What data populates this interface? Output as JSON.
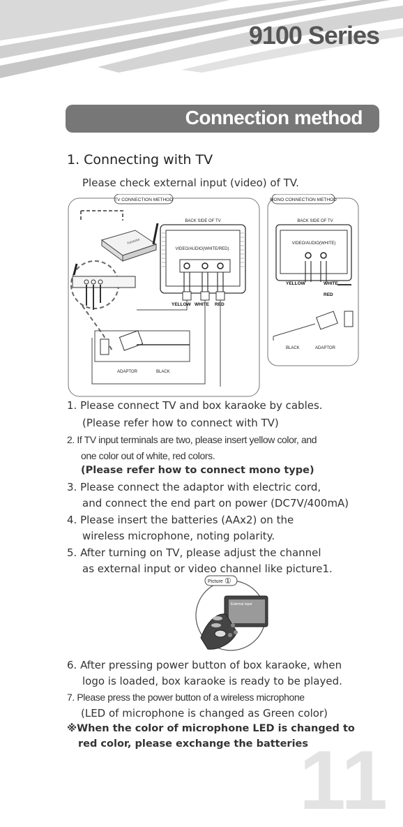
{
  "header": {
    "series": "9100 Series"
  },
  "banner": {
    "title": "Connection method"
  },
  "section": {
    "heading": "1. Connecting with TV",
    "intro": "Please check external input (video) of TV."
  },
  "diagram": {
    "tv_method_label": "TV CONNECTION METHOD",
    "mono_method_label": "MONO CONNECTION METHOD",
    "back_side_tv": "BACK SIDE OF TV",
    "back_side_tv_mono": "BACK SIDE OF TV",
    "input_label": "VIDEO/AUDIO(WHITE/RED)",
    "input_label_mono": "VIDEO/AUDIO(WHITE)",
    "yellow": "YELLOW",
    "white": "WHITE",
    "red": "RED",
    "yellow_mono": "YELLOW",
    "white_mono": "WHITE",
    "red_mono": "RED",
    "adaptor": "ADAPTOR",
    "black": "BLACK",
    "adaptor_mono": "ADAPTOR",
    "black_mono": "BLACK",
    "brand": "Karaoke"
  },
  "steps": {
    "s1a": "1. Please connect TV and box karaoke by cables.",
    "s1b": "(Please refer how to connect with TV)",
    "s2a": "2. If TV input terminals are two, please insert yellow color, and",
    "s2b": "one color out of white, red colors.",
    "s2c": "(Please refer how to connect mono type)",
    "s3a": "3. Please connect the adaptor with electric cord,",
    "s3b": "and connect the end part on power (DC7V/400mA)",
    "s4a": "4. Please insert the batteries (AAx2) on the",
    "s4b": "wireless microphone, noting polarity.",
    "s5a": "5. After turning on TV, please adjust the channel",
    "s5b": "as external input or video channel like picture1.",
    "s6a": "6. After pressing power button of box karaoke, when",
    "s6b": "logo is loaded, box karaoke is ready to be played.",
    "s7a": "7. Please press the power button of a wireless microphone",
    "s7b": "(LED of microphone is changed as Green color)",
    "n1": "※When the color of microphone LED is changed to",
    "n2": "red color, please exchange the batteries"
  },
  "picture": {
    "label": "Picture",
    "number": "①",
    "screen_text": "External input"
  },
  "page": {
    "number": "11"
  }
}
